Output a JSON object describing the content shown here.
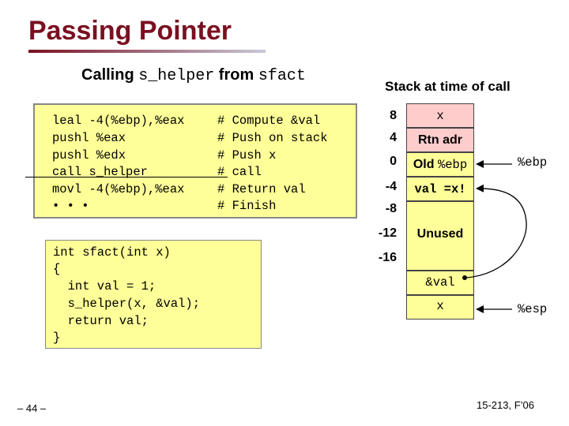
{
  "slide": {
    "title": "Passing Pointer",
    "page_number": "– 44 –",
    "course": "15-213, F’06"
  },
  "calling_caption": {
    "prefix": "Calling ",
    "callee": "s_helper",
    "middle": " from ",
    "caller": "sfact"
  },
  "assembly": [
    {
      "instr": "leal -4(%ebp),%eax",
      "comment": "# Compute &val"
    },
    {
      "instr": "pushl %eax",
      "comment": "# Push on stack"
    },
    {
      "instr": "pushl %edx",
      "comment": "# Push x"
    },
    {
      "instr": "call s_helper",
      "comment": "# call"
    },
    {
      "instr": "movl -4(%ebp),%eax",
      "comment": "# Return val"
    },
    {
      "instr": "• • •",
      "comment": "# Finish"
    }
  ],
  "source": [
    "int sfact(int x)",
    "{",
    "  int val = 1;",
    "  s_helper(x, &val);",
    "  return val;",
    "}"
  ],
  "stack": {
    "title": "Stack at time of call",
    "offsets": [
      "8",
      "4",
      "0",
      "-4",
      "-8",
      "-12",
      "-16"
    ],
    "cells": {
      "x_arg": "x",
      "ret_addr": "Rtn adr",
      "old_ebp_prefix": "Old ",
      "old_ebp_reg": "%ebp",
      "val": "val =x!",
      "unused": "Unused",
      "val_ptr": "&val",
      "x_pushed": "x"
    },
    "registers": {
      "ebp": "%ebp",
      "esp": "%esp"
    }
  }
}
